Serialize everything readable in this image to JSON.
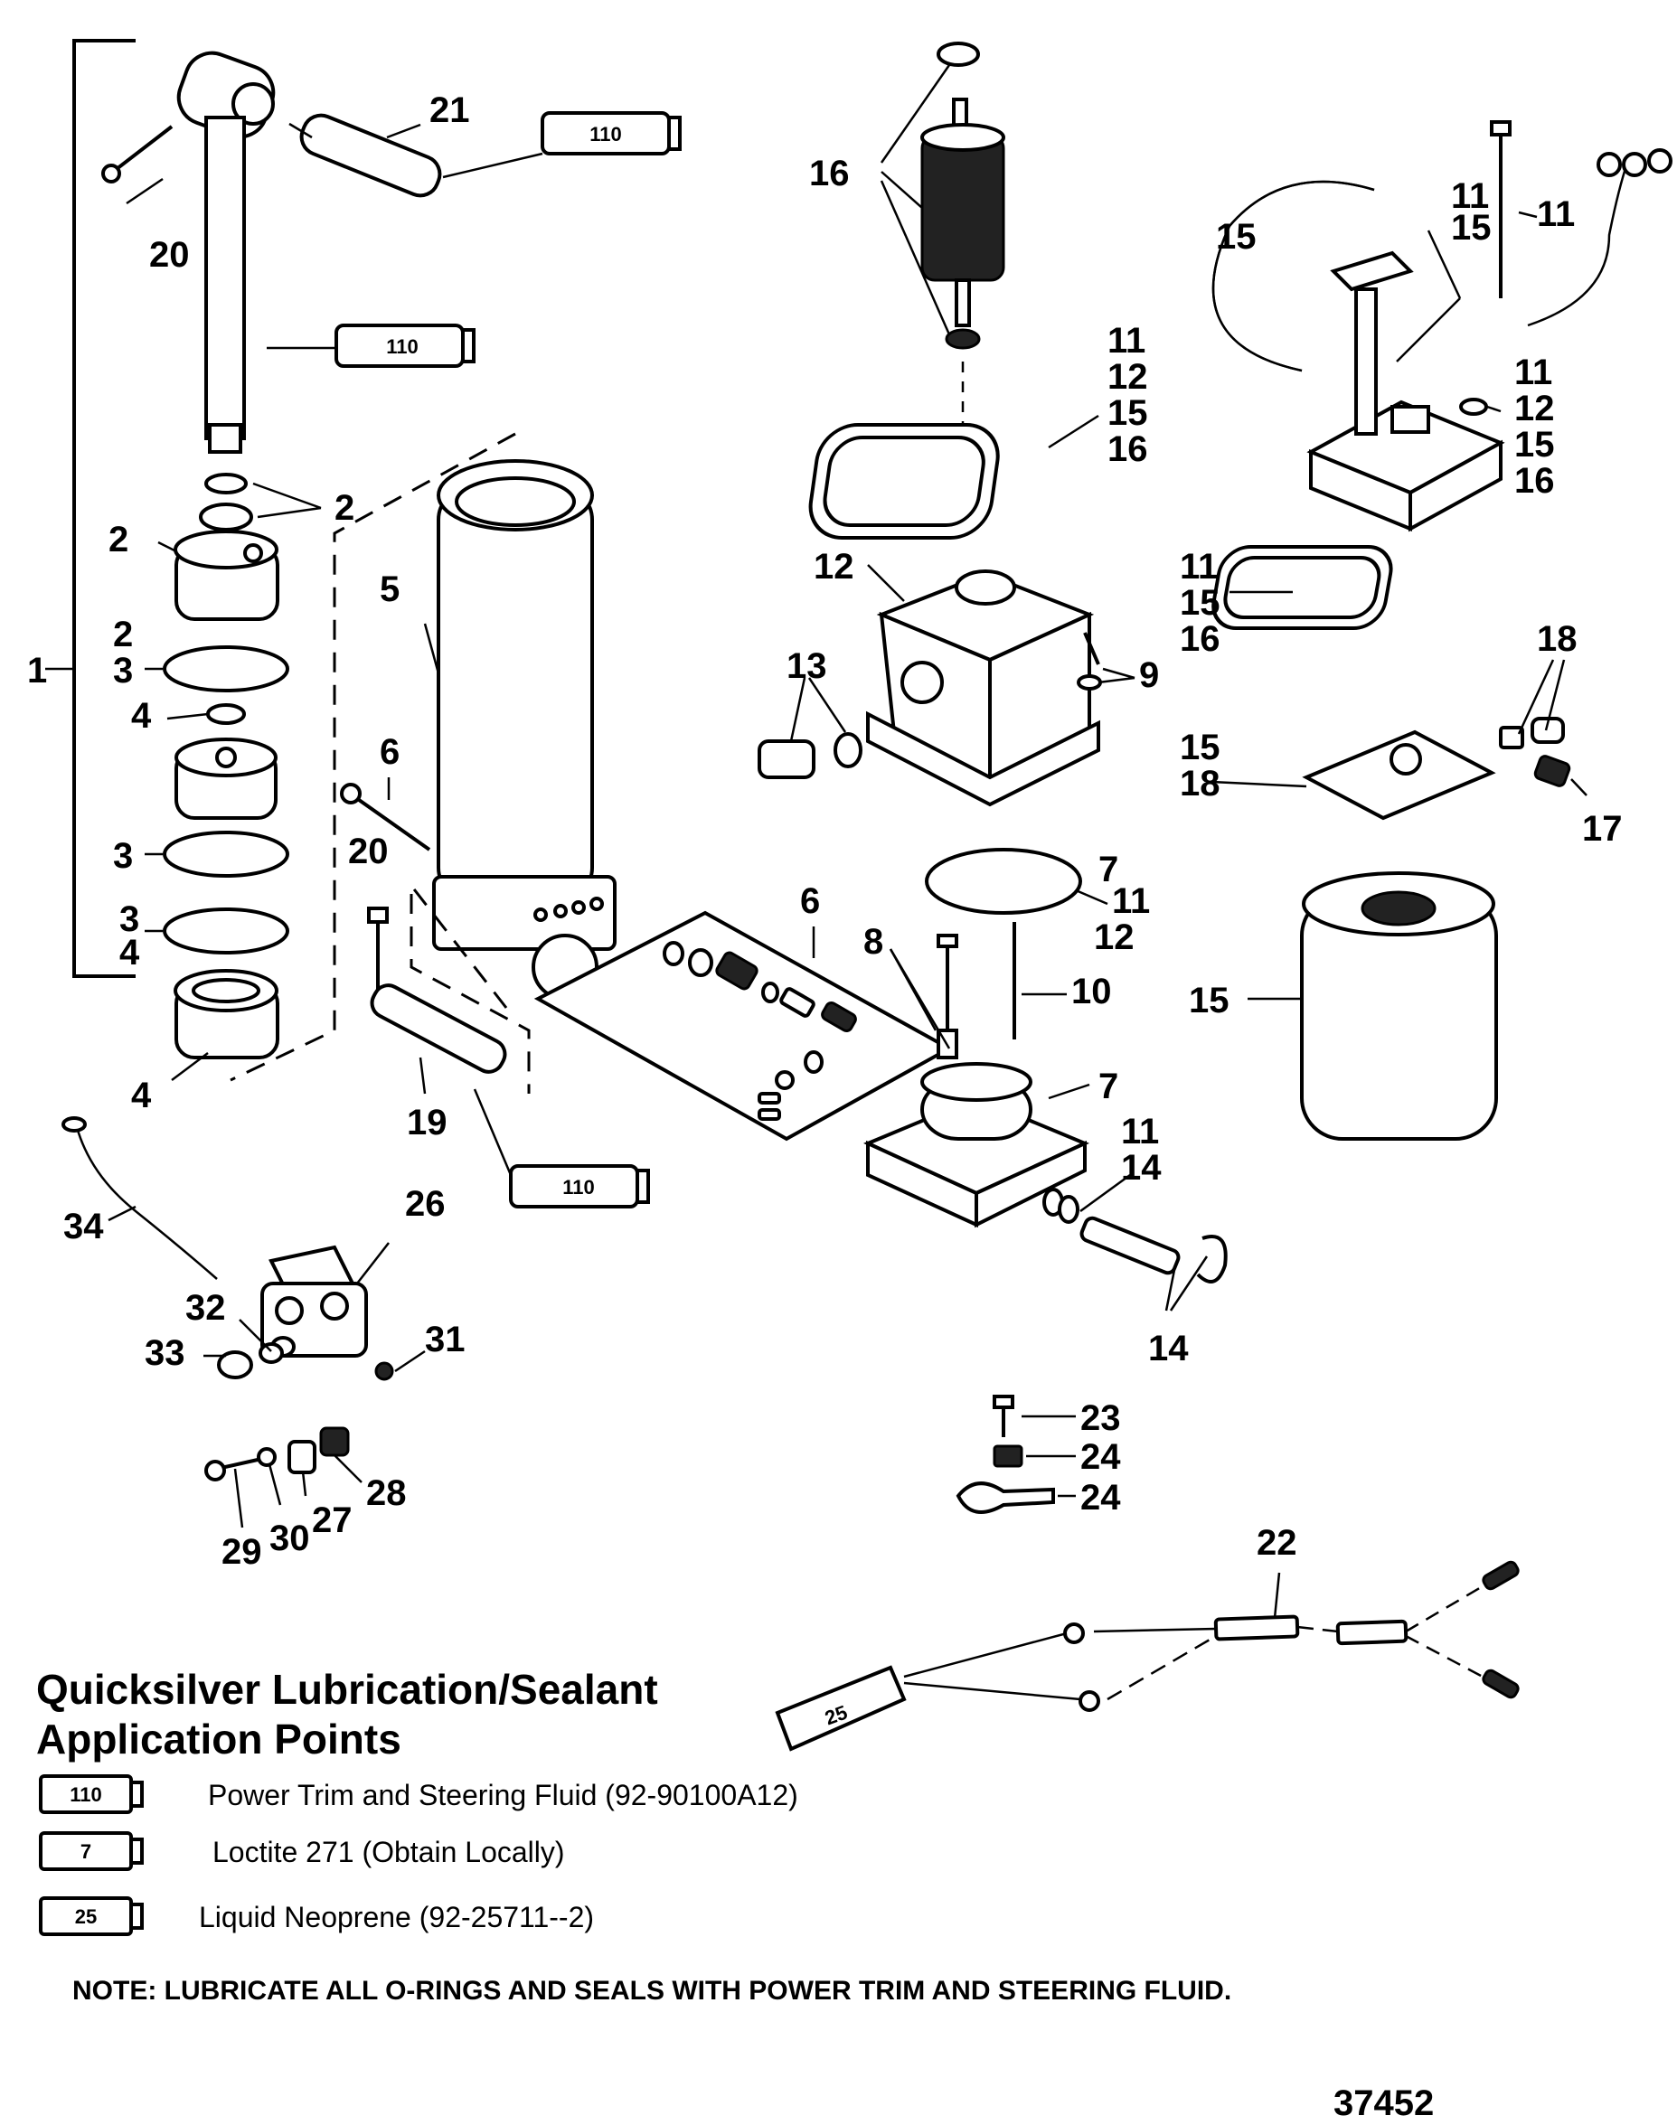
{
  "callouts": {
    "c1": "1",
    "c2a": "2",
    "c2b": "2",
    "c2c": "2",
    "c3a": "3",
    "c3b": "3",
    "c3c": "3",
    "c4a": "4",
    "c4b": "4",
    "c4c": "4",
    "c5": "5",
    "c6a": "6",
    "c6b": "6",
    "c7a": "7",
    "c7b": "7",
    "c8": "8",
    "c9": "9",
    "c10": "10",
    "c11a": "11",
    "c11b": "11",
    "c11c": "11",
    "c11d": "11",
    "c11e": "11",
    "c11f": "11",
    "c11g": "11",
    "c12a": "12",
    "c12b": "12",
    "c12c": "12",
    "c12d": "12",
    "c13": "13",
    "c14a": "14",
    "c14b": "14",
    "c15a": "15",
    "c15b": "15",
    "c15c": "15",
    "c15d": "15",
    "c15e": "15",
    "c15f": "15",
    "c15g": "15",
    "c16a": "16",
    "c16b": "16",
    "c16c": "16",
    "c16d": "16",
    "c17": "17",
    "c18a": "18",
    "c18b": "18",
    "c19": "19",
    "c20a": "20",
    "c20b": "20",
    "c21": "21",
    "c22": "22",
    "c23": "23",
    "c24a": "24",
    "c24b": "24",
    "c25": "25",
    "c26": "26",
    "c27": "27",
    "c28": "28",
    "c29": "29",
    "c30": "30",
    "c31": "31",
    "c32": "32",
    "c33": "33",
    "c34": "34"
  },
  "tubes": {
    "t1": "110",
    "t2": "110",
    "t3": "110",
    "t4": "25"
  },
  "legend": {
    "title_line1": "Quicksilver Lubrication/Sealant",
    "title_line2": "Application Points",
    "items": [
      {
        "code": "110",
        "text": "Power Trim  and Steering Fluid (92-90100A12)"
      },
      {
        "code": "7",
        "text": "Loctite 271 (Obtain Locally)"
      },
      {
        "code": "25",
        "text": "Liquid Neoprene (92-25711--2)"
      }
    ]
  },
  "note": "NOTE: LUBRICATE ALL O-RINGS AND SEALS WITH POWER TRIM AND STEERING FLUID.",
  "reference_number": "37452"
}
